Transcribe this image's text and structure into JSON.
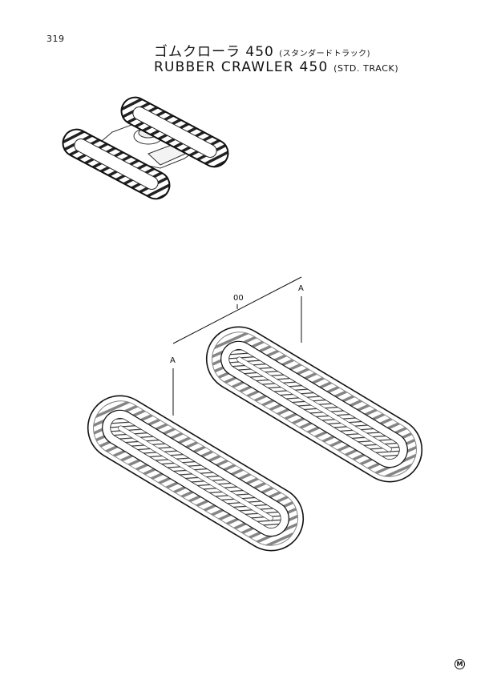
{
  "page": {
    "number": "319",
    "title_jp": "ゴムクローラ 450",
    "title_jp_sub": "(スタンダードトラック)",
    "title_en": "RUBBER CRAWLER 450",
    "title_en_sub": "(STD. TRACK)"
  },
  "callouts": {
    "assembly": "00",
    "part_a_left": "A",
    "part_a_right": "A"
  },
  "corner_mark": "M"
}
